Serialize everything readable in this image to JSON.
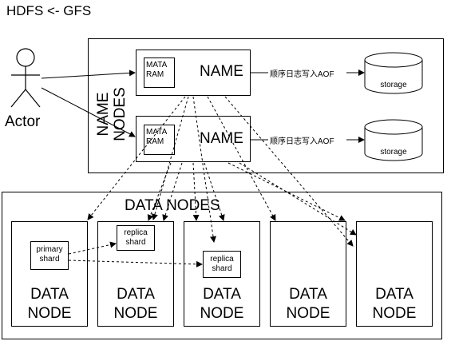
{
  "title": "HDFS <- GFS",
  "actor": {
    "label": "Actor"
  },
  "name_nodes": {
    "label_line1": "NAME",
    "label_line2": "NODES",
    "nodes": [
      {
        "mata_line1": "MATA",
        "mata_line2": "RAM",
        "name": "NAME",
        "aof": "顺序日志写入AOF",
        "storage": "storage"
      },
      {
        "mata_line1": "MATA",
        "mata_line2": "RAM",
        "name": "NAME",
        "aof": "顺序日志写入AOF",
        "storage": "storage"
      }
    ]
  },
  "data_nodes": {
    "title": "DATA NODES",
    "node_line1": "DATA",
    "node_line2": "NODE",
    "nodes": [
      {
        "shard_line1": "primary",
        "shard_line2": "shard"
      },
      {
        "shard_line1": "replica",
        "shard_line2": "shard"
      },
      {
        "shard_line1": "replica",
        "shard_line2": "shard"
      },
      {
        "shard_line1": "",
        "shard_line2": ""
      },
      {
        "shard_line1": "",
        "shard_line2": ""
      }
    ]
  }
}
